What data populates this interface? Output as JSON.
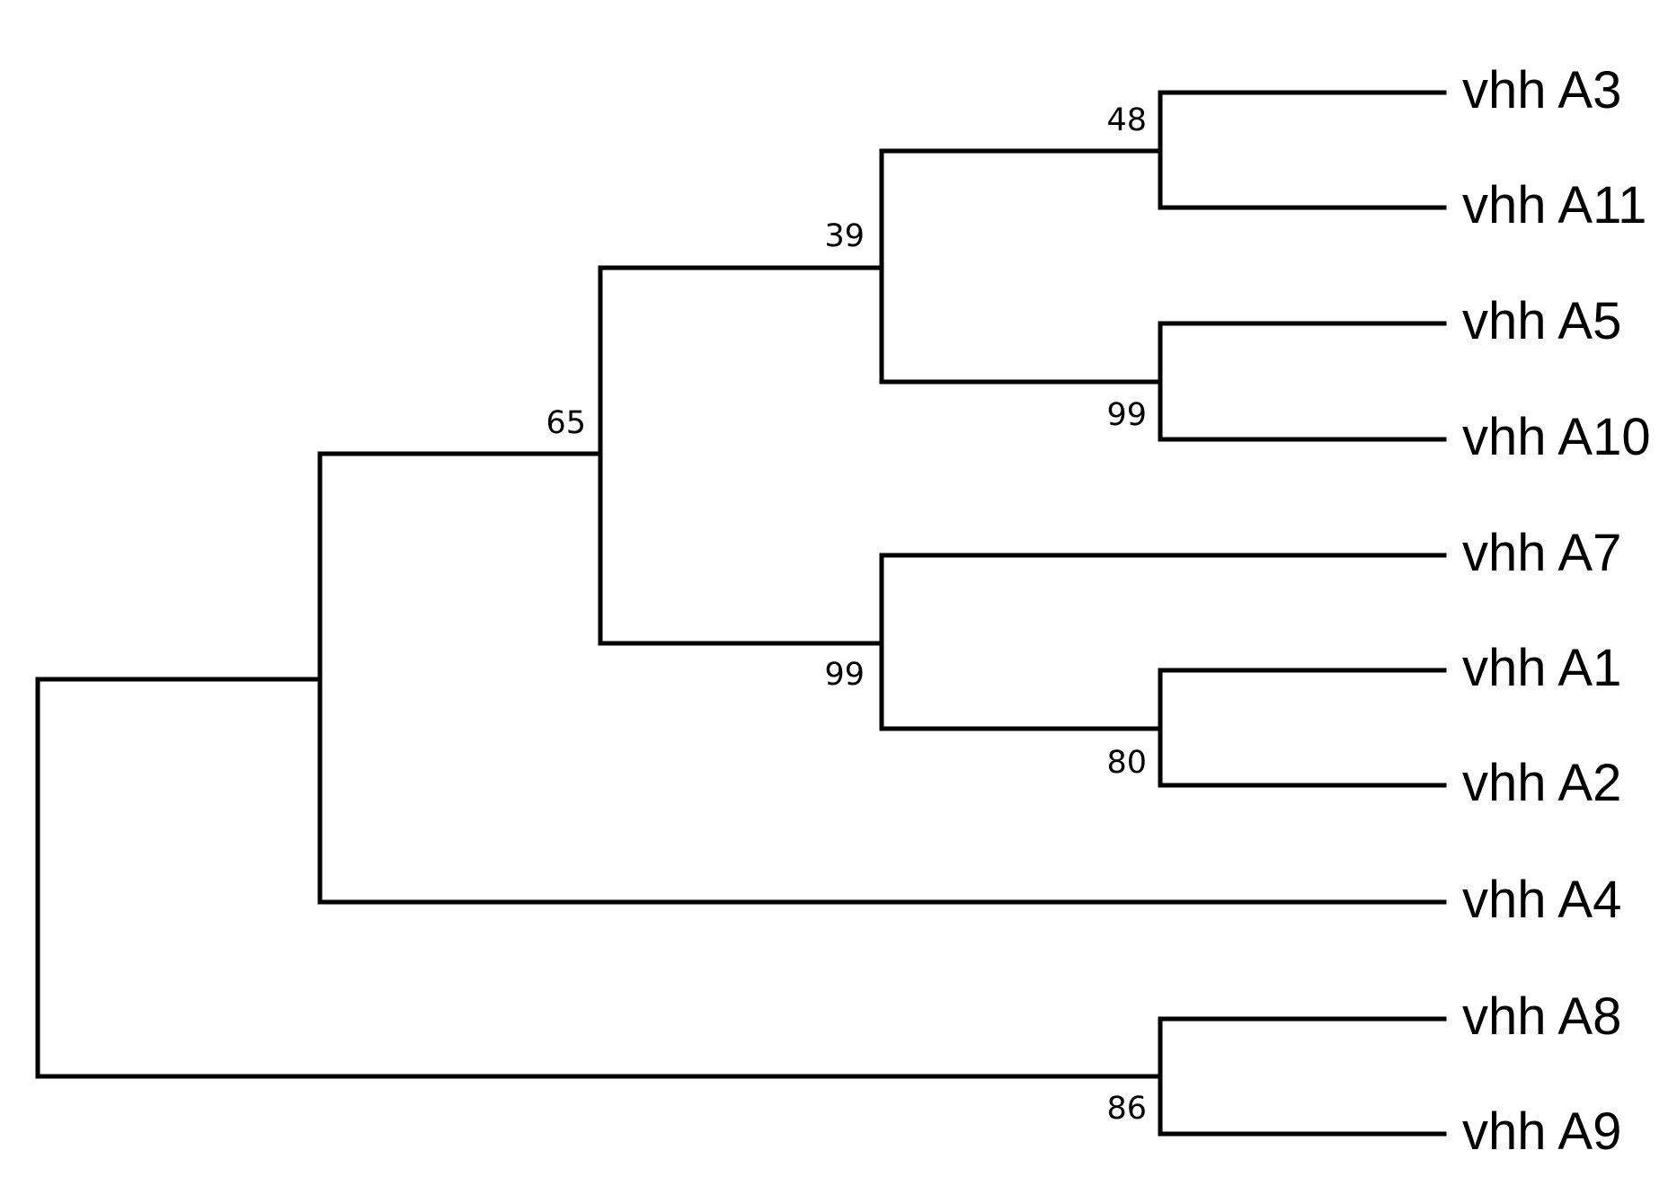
{
  "tree": {
    "newick_topology": "(((((vhh A3,vhh A11)48,(vhh A5,vhh A10)99)39,(vhh A7,(vhh A1,vhh A2)80)99)65,vhh A4),(vhh A8,vhh A9)86);",
    "leaves": [
      "vhh A3",
      "vhh A11",
      "vhh A5",
      "vhh A10",
      "vhh A7",
      "vhh A1",
      "vhh A2",
      "vhh A4",
      "vhh A8",
      "vhh A9"
    ],
    "support_values": {
      "clade_A3_A11": "48",
      "clade_A3_A11_A5_A10": "39",
      "clade_A5_A10": "99",
      "clade_A1_A2_A3_A5_A7_A10_A11": "65",
      "clade_A1_A2_A7": "99",
      "clade_A1_A2": "80",
      "clade_A8_A9": "86"
    },
    "line_color": "#000000"
  }
}
